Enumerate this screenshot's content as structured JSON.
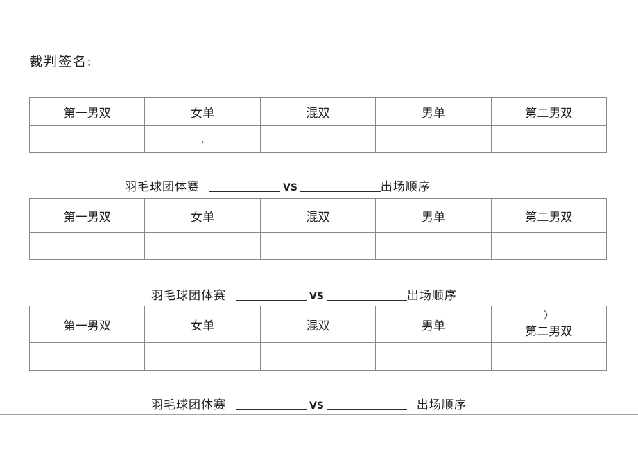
{
  "page": {
    "signature_label": "裁判签名:"
  },
  "titles": [
    {
      "prefix": "羽毛球团体赛",
      "vs": "VS",
      "suffix": "出场顺序"
    },
    {
      "prefix": "羽毛球团体赛",
      "vs": "VS",
      "suffix": "出场顺序"
    },
    {
      "prefix": "羽毛球团体赛",
      "vs": "VS",
      "suffix": "出场顺序"
    }
  ],
  "tables": [
    {
      "headers": [
        "第一男双",
        "女单",
        "混双",
        "男单",
        "第二男双"
      ],
      "cells": [
        "",
        ".",
        "",
        "",
        ""
      ]
    },
    {
      "headers": [
        "第一男双",
        "女单",
        "混双",
        "男单",
        "第二男双"
      ],
      "cells": [
        "",
        "",
        "",
        "",
        ""
      ]
    },
    {
      "headers": [
        "第一男双",
        "女单",
        "混双",
        "男单",
        "第二男双"
      ],
      "caret": "〉",
      "cells": [
        "",
        "",
        "",
        "",
        ""
      ]
    }
  ]
}
